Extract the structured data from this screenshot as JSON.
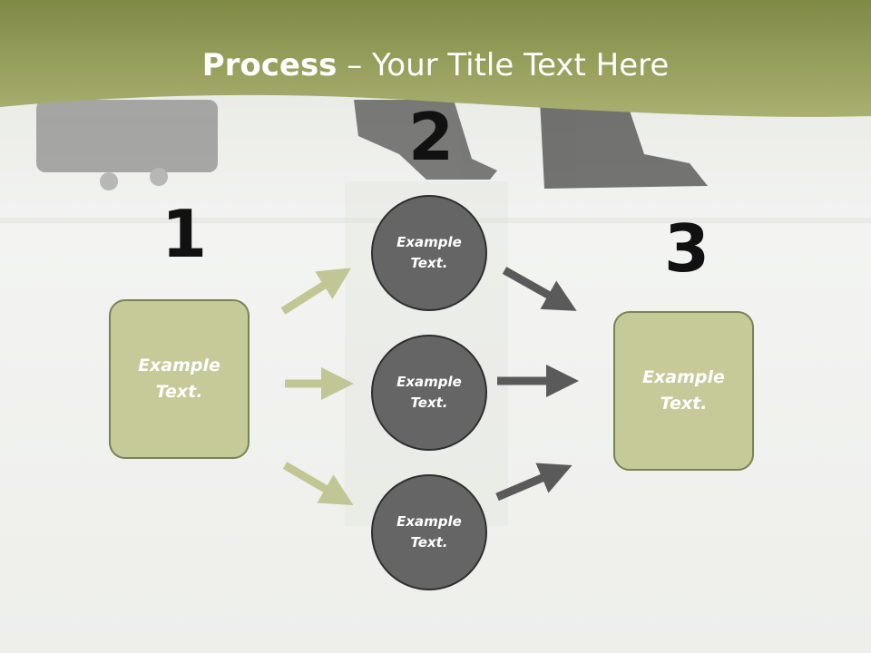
{
  "slide": {
    "title_bold": "Process",
    "title_rest": " – Your Title Text Here",
    "step_numbers": [
      "1",
      "2",
      "3"
    ],
    "box_left": {
      "line1": "Example",
      "line2": "Text."
    },
    "box_right": {
      "line1": "Example",
      "line2": "Text."
    },
    "circles": [
      {
        "line1": "Example",
        "line2": "Text."
      },
      {
        "line1": "Example",
        "line2": "Text."
      },
      {
        "line1": "Example",
        "line2": "Text."
      }
    ]
  },
  "colors": {
    "header": "#9aa25f",
    "box_fill": "#c6ca99",
    "box_border": "#7a8155",
    "circle_fill": "#656565",
    "arrow_light": "#c2c694",
    "arrow_dark": "#5a5a5a"
  }
}
